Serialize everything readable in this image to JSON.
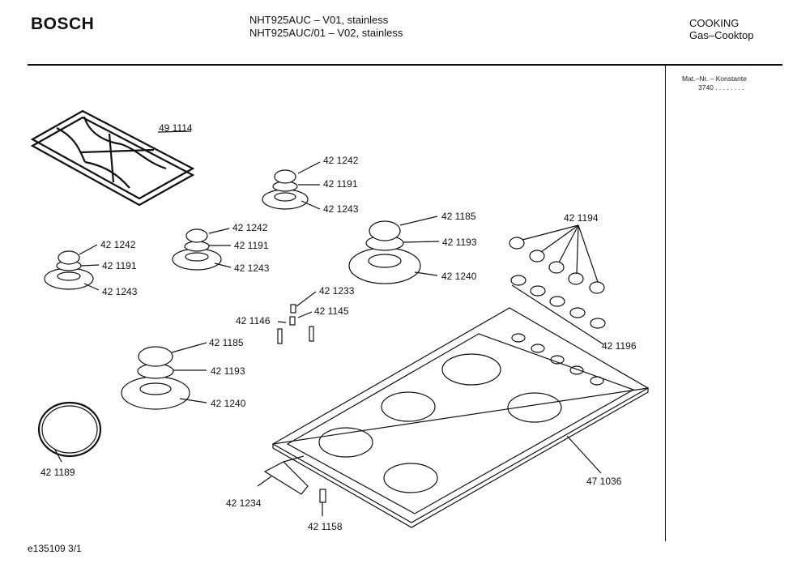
{
  "header": {
    "brand": "BOSCH",
    "model_lines": [
      "NHT925AUC – V01, stainless",
      "NHT925AUC/01 – V02, stainless"
    ],
    "category_lines": [
      "COOKING",
      "Gas–Cooktop"
    ]
  },
  "sidebar": {
    "heading": "Mat.–Nr. – Konstante",
    "value": "3740 . . . . . . . ."
  },
  "parts": {
    "grate": "49 1114",
    "cap_top": "42 1242",
    "ring_top": "42 1191",
    "base_top": "42 1243",
    "cap_mid": "42 1242",
    "ring_mid": "42 1191",
    "base_mid": "42 1243",
    "cap_left": "42 1242",
    "ring_left": "42 1191",
    "base_left": "42 1243",
    "cap_large": "42 1185",
    "ring_large": "42 1193",
    "base_large": "42 1240",
    "knobs": "42 1194",
    "knob_base": "42 1196",
    "screw_a": "42 1233",
    "screw_b": "42 1145",
    "screw_c": "42 1146",
    "cap_large2": "42 1185",
    "ring_large2": "42 1193",
    "base_large2": "42 1240",
    "ring_gasket": "42 1189",
    "cooktop": "47 1036",
    "bracket": "42 1234",
    "bolt": "42 1158"
  },
  "footer": {
    "ref": "e135109 3/1"
  }
}
